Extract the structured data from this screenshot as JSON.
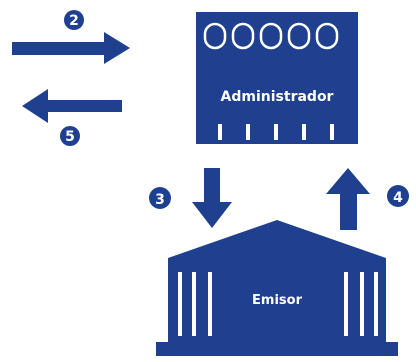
{
  "colors": {
    "primary": "#1f3f8f",
    "background": "#ffffff"
  },
  "nodes": {
    "administrador": {
      "label": "Administrador"
    },
    "emisor": {
      "label": "Emisor"
    }
  },
  "steps": [
    {
      "number": "2",
      "direction": "right"
    },
    {
      "number": "5",
      "direction": "left"
    },
    {
      "number": "3",
      "direction": "down"
    },
    {
      "number": "4",
      "direction": "up"
    }
  ]
}
